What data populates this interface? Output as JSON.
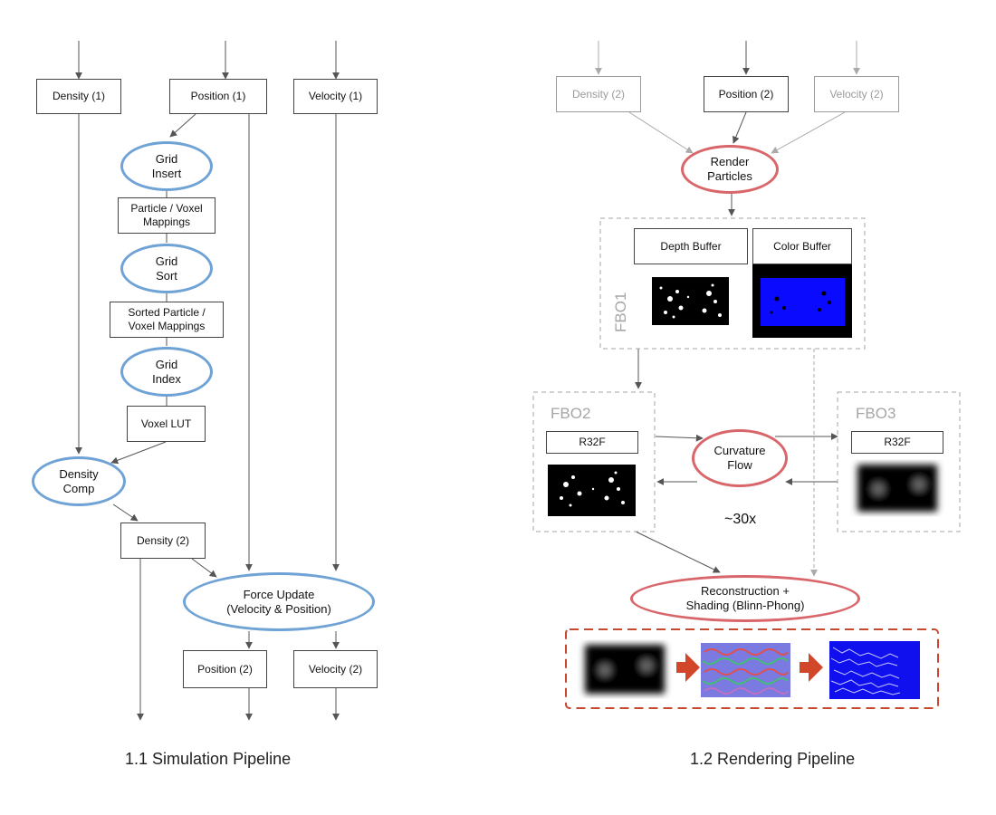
{
  "simulation": {
    "caption": "1.1 Simulation Pipeline",
    "inputs": {
      "density": "Density (1)",
      "position": "Position (1)",
      "velocity": "Velocity (1)"
    },
    "grid_insert": "Grid\nInsert",
    "mappings": "Particle / Voxel\nMappings",
    "grid_sort": "Grid\nSort",
    "sorted_mappings": "Sorted Particle /\nVoxel Mappings",
    "grid_index": "Grid\nIndex",
    "voxel_lut": "Voxel LUT",
    "density_comp": "Density\nComp",
    "density_out": "Density (2)",
    "force_update": "Force Update\n(Velocity & Position)",
    "position_out": "Position (2)",
    "velocity_out": "Velocity (2)"
  },
  "rendering": {
    "caption": "1.2 Rendering Pipeline",
    "inputs": {
      "density": "Density (2)",
      "position": "Position (2)",
      "velocity": "Velocity (2)"
    },
    "render_particles": "Render\nParticles",
    "fbo1": {
      "label": "FBO1",
      "depth_buffer": "Depth Buffer",
      "color_buffer": "Color Buffer"
    },
    "fbo2": {
      "label": "FBO2",
      "format": "R32F"
    },
    "fbo3": {
      "label": "FBO3",
      "format": "R32F"
    },
    "curvature_flow": "Curvature\nFlow",
    "iterations": "~30x",
    "reconstruction": "Reconstruction +\nShading (Blinn-Phong)"
  },
  "colors": {
    "sim_node_border": "#6fa3d6",
    "render_node_border": "#d9666a",
    "dashed_group": "#a6a6a6",
    "output_group": "#c8472e",
    "color_buffer_fill": "#0a0aff"
  },
  "icons": {
    "stage_arrow": "right-arrow-icon"
  }
}
